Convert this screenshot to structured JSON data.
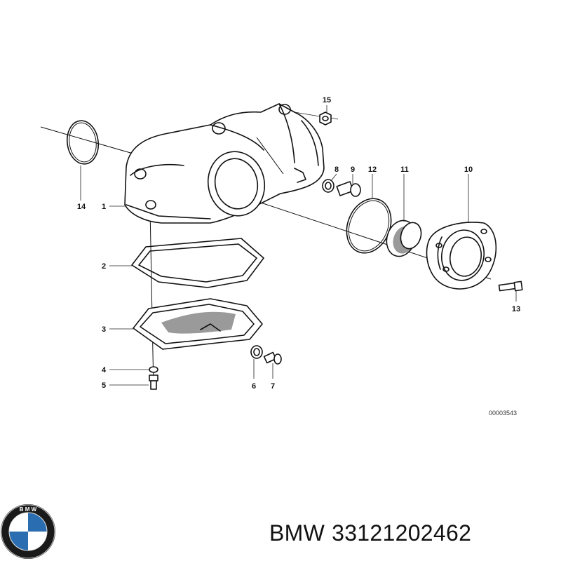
{
  "diagram": {
    "callouts": {
      "c1": "1",
      "c2": "2",
      "c3": "3",
      "c4": "4",
      "c5": "5",
      "c6": "6",
      "c7": "7",
      "c8": "8",
      "c9": "9",
      "c10": "10",
      "c11": "11",
      "c12": "12",
      "c13": "13",
      "c14": "14",
      "c15": "15"
    },
    "drawing_id": "00003543"
  },
  "logo": {
    "brand_letters": "BMW",
    "colors": {
      "blue": "#2a6db0",
      "white": "#ffffff",
      "ring": "#1a1a1a"
    }
  },
  "caption": {
    "brand": "BMW",
    "part_number": "33121202462"
  }
}
